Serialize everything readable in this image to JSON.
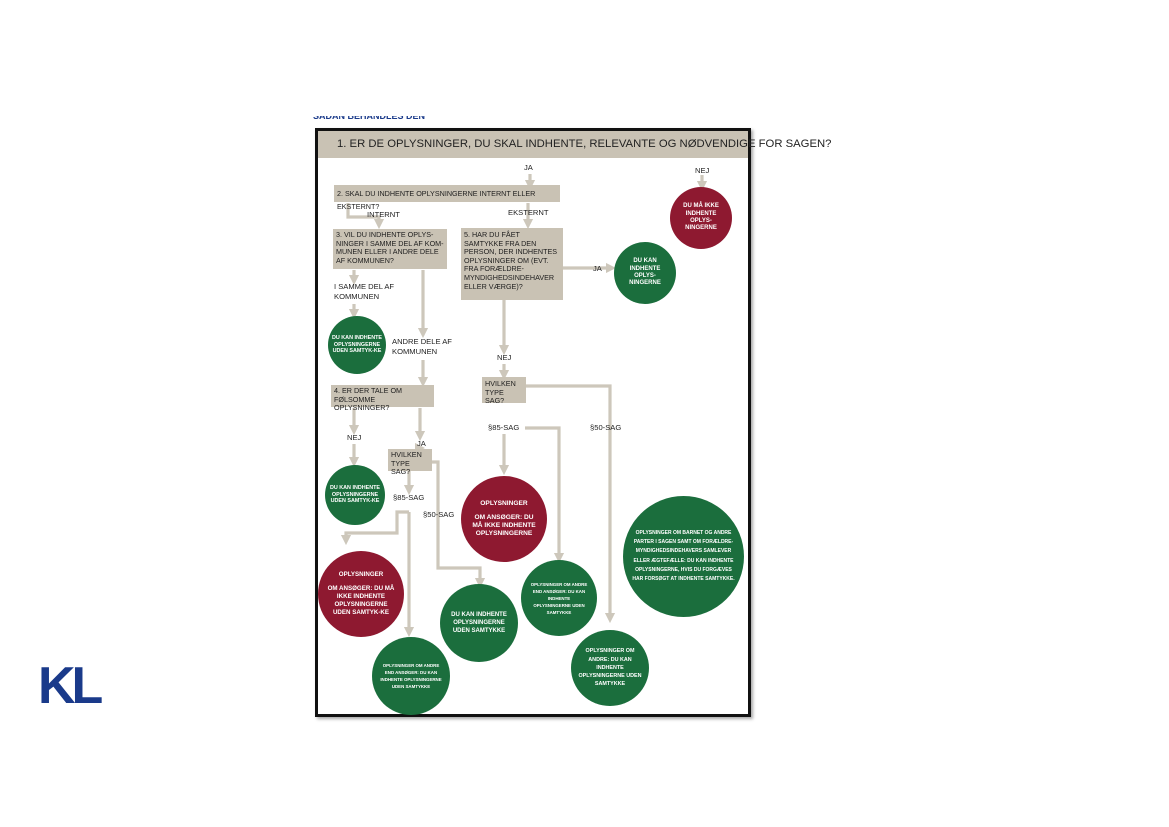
{
  "header_fragment": "SÅDAN BEHANDLES DEN ENKELTE",
  "logo": "KL",
  "colors": {
    "green": "#1b6e3d",
    "red": "#8e1930",
    "box": "#c9c2b4",
    "arrow": "#cdc7bb"
  },
  "diagram": {
    "q1": "1. ER DE OPLYSNINGER, DU SKAL INDHENTE, RELEVANTE OG NØDVENDIGE FOR SAGEN?",
    "q2": "2. SKAL DU INDHENTE OPLYSNINGERNE INTERNT ELLER EKSTERNT?",
    "q3": "3. VIL DU INDHENTE OPLYS-NINGER I SAMME DEL AF KOM-MUNEN ELLER I ANDRE DELE AF KOMMUNEN?",
    "q4": "4. ER DER TALE OM FØLSOMME OPLYSNINGER?",
    "q5": "5. HAR DU FÅET SAMTYKKE FRA DEN PERSON, DER INDHENTES OPLYSNINGER OM (EVT. FRA FORÆLDRE-MYNDIGHEDSINDEHAVER ELLER VÆRGE)?",
    "q_type_right": "HVILKEN TYPE SAG?",
    "q_type_left": "HVILKEN TYPE SAG?",
    "labels": {
      "ja_top": "JA",
      "nej_top": "NEJ",
      "internt": "INTERNT",
      "eksternt": "EKSTERNT",
      "samme_del": "I SAMME DEL AF KOMMUNEN",
      "andre_dele": "ANDRE DELE AF KOMMUNEN",
      "ja_q5": "JA",
      "nej_q5": "NEJ",
      "nej_q4": "NEJ",
      "ja_q4": "JA",
      "p85_right": "§85-SAG",
      "p50_right": "§50-SAG",
      "p85_left": "§85-SAG",
      "p50_left": "§50-SAG"
    },
    "circles": {
      "du_maa_ikke": "DU MÅ IKKE INDHENTE OPLYS-NINGERNE",
      "du_kan_q5": "DU KAN INDHENTE OPLYS-NINGERNE",
      "du_kan_samme_del": "DU KAN INDHENTE OPLYSNINGERNE UDEN SAMTYK-KE",
      "du_kan_nej_q4": "DU KAN INDHENTE OPLYSNINGERNE UDEN SAMTYK-KE",
      "ansoeger_red_right_title": "OPLYSNINGER",
      "ansoeger_red_right_body": "OM ANSØGER: DU MÅ IKKE INDHENTE OPLYSNINGERNE",
      "andre_end_ansoeger_right": "OPLYSNINGER OM ANDRE END ANSØGER: DU KAN INDHENTE OPLYSNINGERNE UDEN SAMTYKKE",
      "barnet_parter": "OPLYSNINGER OM BARNET OG ANDRE PARTER I SAGEN SAMT OM FORÆLDRE-MYNDIGHEDSINDEHAVERS SAMLEVER ELLER ÆGTEFÆLLE: DU KAN INDHENTE OPLYSNINGERNE, HVIS DU FORGÆVES HAR FORSØGT AT INDHENTE SAMTYKKE.",
      "om_andre": "OPLYSNINGER OM ANDRE: DU KAN INDHENTE OPLYSNINGERNE UDEN SAMTYKKE",
      "ansoeger_red_left_title": "OPLYSNINGER",
      "ansoeger_red_left_body": "OM ANSØGER: DU MÅ IKKE INDHENTE OPLYSNINGERNE UDEN SAMTYK-KE",
      "du_kan_p50_left": "DU KAN INDHENTE OPLYSNINGERNE UDEN SAMTYKKE",
      "andre_end_ansoeger_left": "OPLYSNINGER OM ANDRE END ANSØGER: DU KAN INDHENTE OPLYSNINGERNE UDEN SAMTYKKE"
    }
  }
}
